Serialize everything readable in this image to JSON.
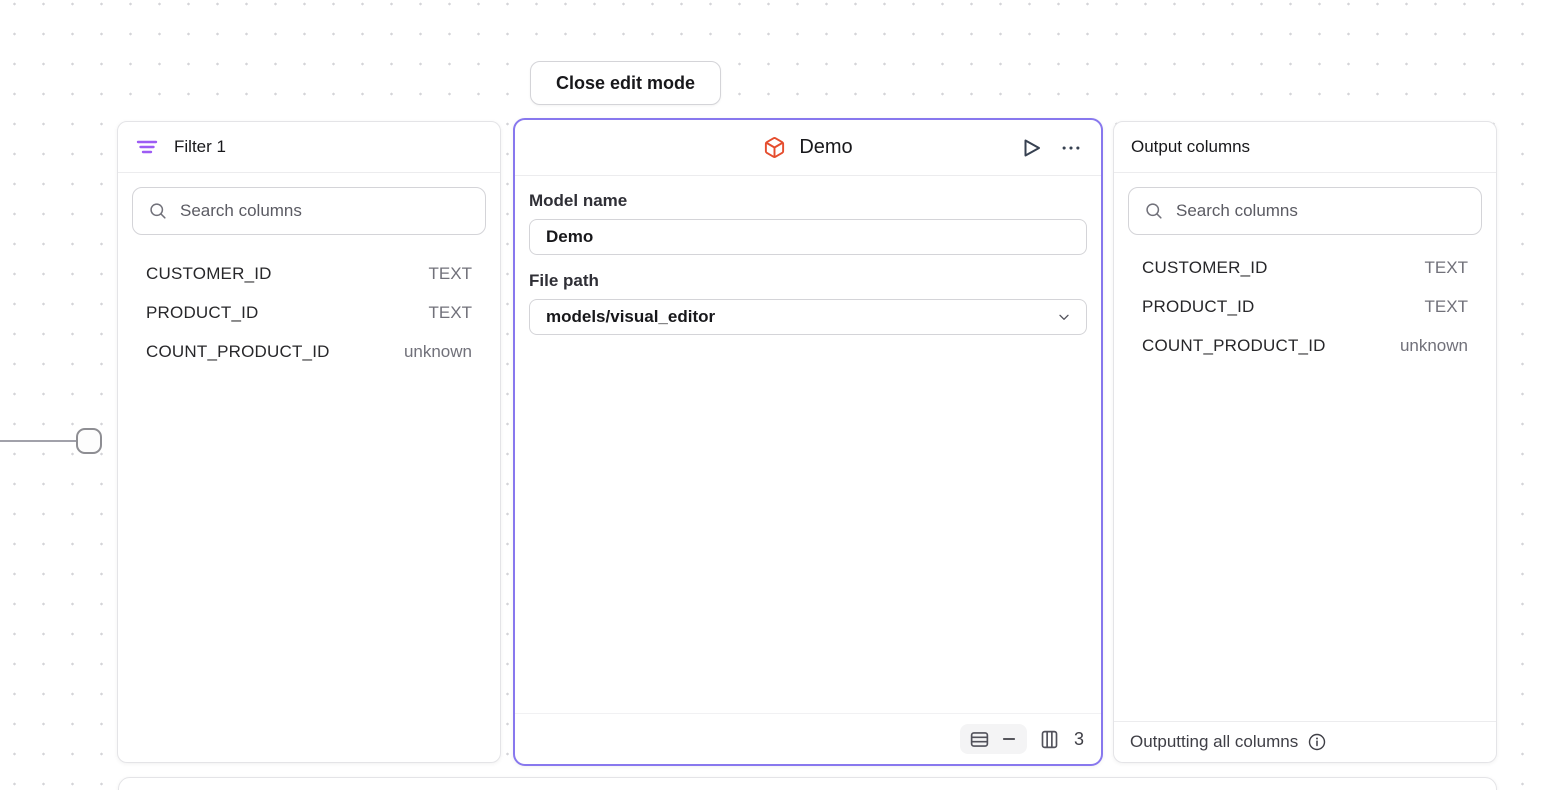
{
  "toolbar": {
    "close_edit_label": "Close edit mode"
  },
  "filter_panel": {
    "title": "Filter 1",
    "search_placeholder": "Search columns",
    "columns": [
      {
        "name": "CUSTOMER_ID",
        "type": "TEXT"
      },
      {
        "name": "PRODUCT_ID",
        "type": "TEXT"
      },
      {
        "name": "COUNT_PRODUCT_ID",
        "type": "unknown"
      }
    ]
  },
  "model_panel": {
    "title": "Demo",
    "model_name_label": "Model name",
    "model_name_value": "Demo",
    "file_path_label": "File path",
    "file_path_value": "models/visual_editor",
    "row_count": "–",
    "column_count": "3"
  },
  "output_panel": {
    "title": "Output columns",
    "search_placeholder": "Search columns",
    "columns": [
      {
        "name": "CUSTOMER_ID",
        "type": "TEXT"
      },
      {
        "name": "PRODUCT_ID",
        "type": "TEXT"
      },
      {
        "name": "COUNT_PRODUCT_ID",
        "type": "unknown"
      }
    ],
    "footer_text": "Outputting all columns"
  },
  "icons": {
    "filter": "filter-lines-icon",
    "model": "cube-icon",
    "run": "play-icon",
    "menu": "ellipsis-icon",
    "search": "search-icon",
    "rows": "table-rows-icon",
    "columns": "table-columns-icon",
    "info": "info-circle-icon",
    "select": "chevron-down-icon"
  },
  "colors": {
    "selected_node_border": "#8878ee",
    "filter_icon_purple": "#9d5cf4",
    "model_icon_red": "#e54d2e",
    "panel_border": "#e4e4e7",
    "text_primary": "#18181b",
    "text_secondary": "#71717a",
    "canvas_dot": "#d4d4d8"
  }
}
